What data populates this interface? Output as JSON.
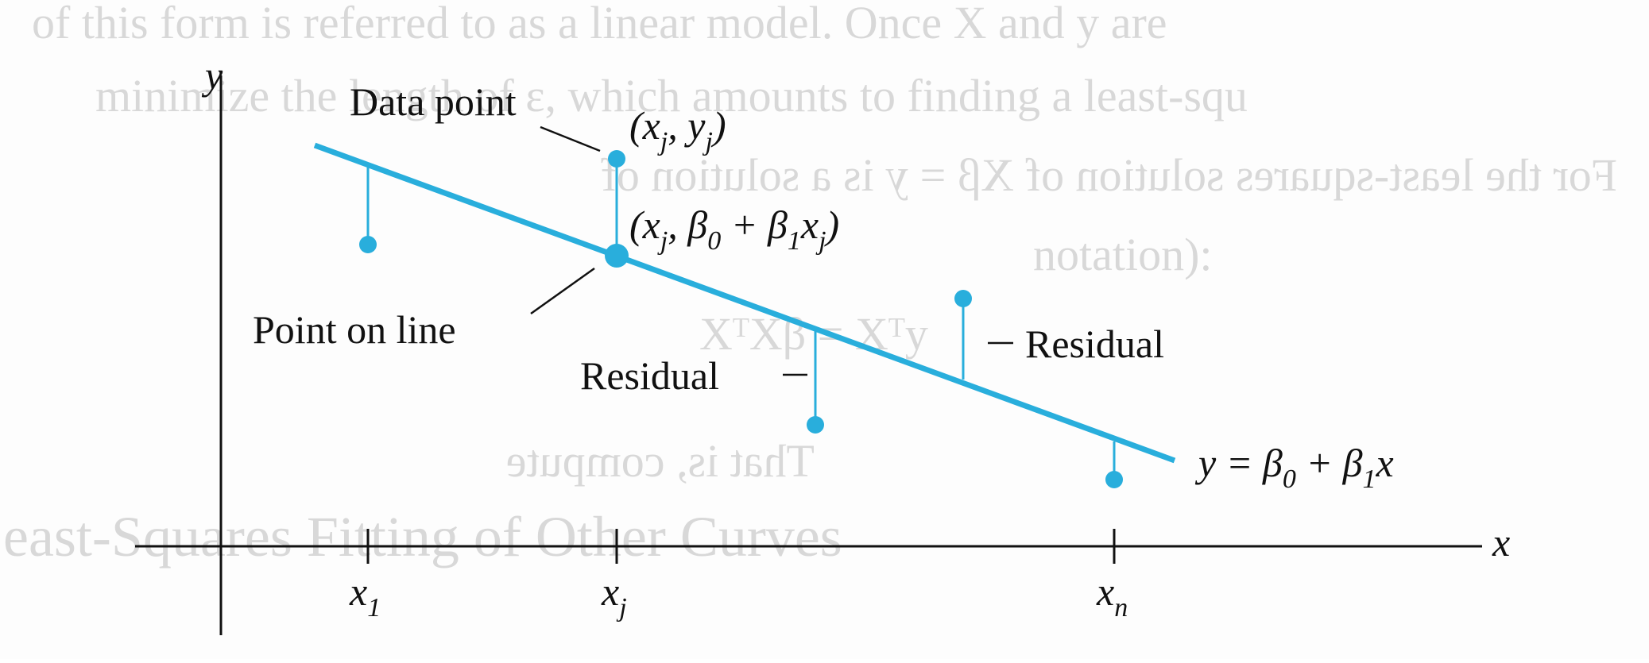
{
  "colors": {
    "accent": "#29aedc",
    "ink": "#111111",
    "ghost_text": "#d6d6d6",
    "paper": "#fdfdfd"
  },
  "labels": {
    "axis_y": "y",
    "axis_x": "x",
    "data_point": "Data point",
    "data_point_coord": "(x<sub>j</sub>, y<sub>j</sub>)",
    "line_point_coord": "(x<sub>j</sub>, β<sub>0</sub> + β<sub>1</sub>x<sub>j</sub>)",
    "point_on_line": "Point on line",
    "residual_left": "Residual",
    "residual_right": "Residual",
    "line_equation": "y = β<sub>0</sub> + β<sub>1</sub>x",
    "tick_x1": "x<sub>1</sub>",
    "tick_xj": "x<sub>j</sub>",
    "tick_xn": "x<sub>n</sub>"
  },
  "background_text": {
    "line1": "of this form is referred to as a linear model. Once X and y are",
    "line2": "minimize the length of ε, which amounts to finding a least-squ",
    "line3": "For the least-squares solution of Xβ = y is a solution of",
    "line4": "notation):",
    "line5": "XᵀXβ = Xᵀy",
    "line6": "That is, compute",
    "line7": "Least-Squares Fitting of Other Curves"
  }
}
